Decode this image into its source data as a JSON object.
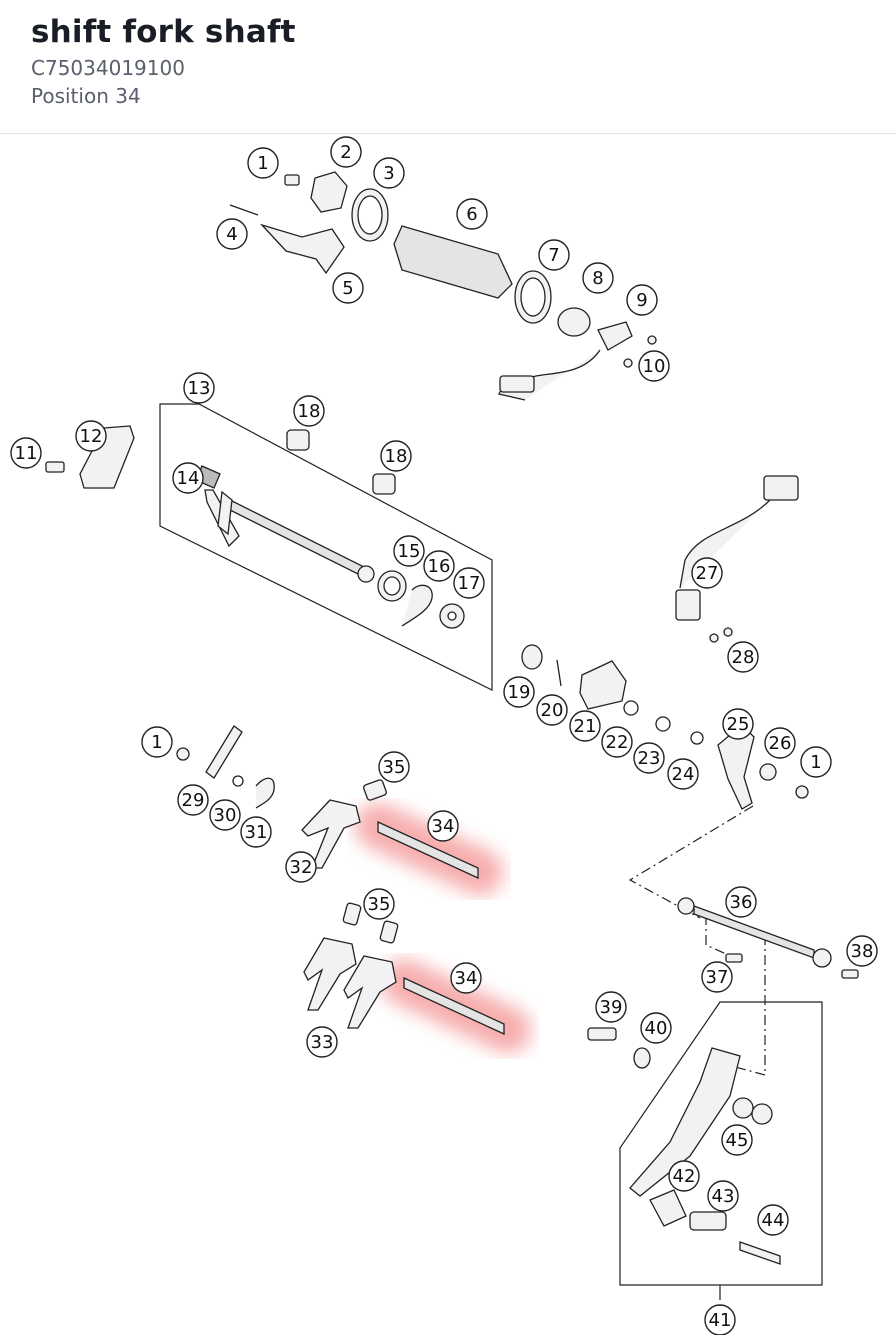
{
  "header": {
    "title": "shift fork shaft",
    "part_number": "C75034019100",
    "position": "Position 34"
  },
  "colors": {
    "text_dark": "#1a1d26",
    "text_muted": "#5a606b",
    "line": "#222222",
    "highlight": "#f06c6c"
  },
  "callouts": [
    "1",
    "2",
    "3",
    "4",
    "5",
    "6",
    "7",
    "8",
    "9",
    "10",
    "11",
    "12",
    "13",
    "14",
    "18",
    "18",
    "15",
    "16",
    "17",
    "27",
    "28",
    "19",
    "20",
    "21",
    "22",
    "23",
    "24",
    "25",
    "26",
    "1",
    "1",
    "29",
    "30",
    "31",
    "32",
    "35",
    "34",
    "35",
    "34",
    "33",
    "36",
    "37",
    "38",
    "39",
    "40",
    "45",
    "42",
    "43",
    "44",
    "41"
  ]
}
